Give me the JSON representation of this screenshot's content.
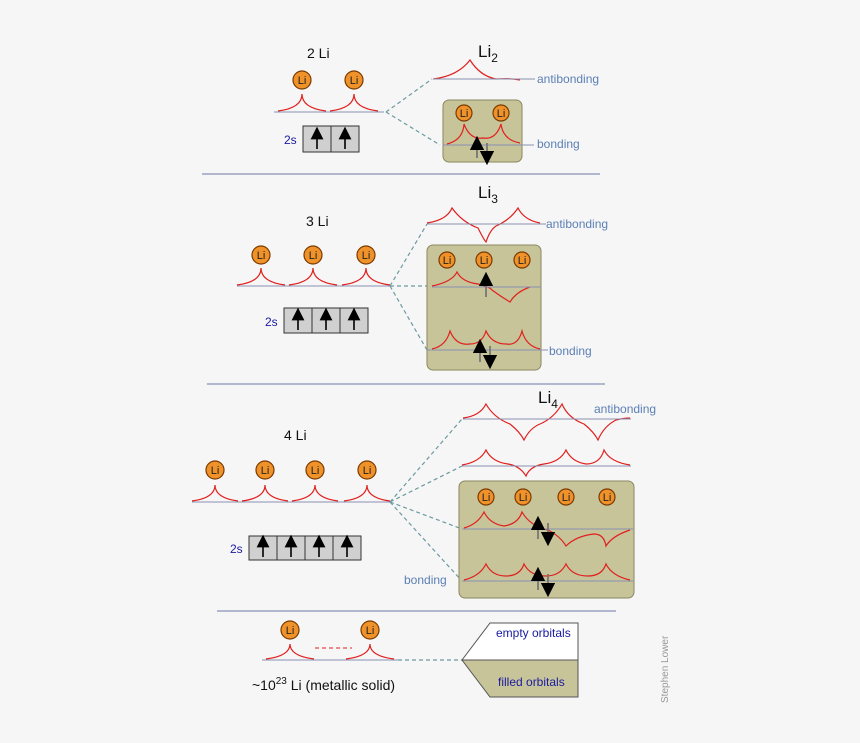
{
  "colors": {
    "atom_fill": "#f0922a",
    "atom_stroke": "#7a3a00",
    "orbital_curve": "#e0201e",
    "level_line": "#8890b0",
    "connector": "#6c9aa0",
    "box_fill": "#c7c49a",
    "box_stroke": "#8a8760",
    "blue_label": "#5b7fb5",
    "separator": "#8a8fb8",
    "navy_label": "#1a1aa0"
  },
  "atom_label": "Li",
  "subshell_label": "2s",
  "antibonding_label": "antibonding",
  "bonding_label": "bonding",
  "sections": [
    {
      "atoms_label": "2 Li",
      "molecule": "Li",
      "molecule_sub": "2"
    },
    {
      "atoms_label": "3 Li",
      "molecule": "Li",
      "molecule_sub": "3"
    },
    {
      "atoms_label": "4 Li",
      "molecule": "Li",
      "molecule_sub": "4"
    }
  ],
  "metal": {
    "prefix": "~10",
    "exponent": "23",
    "suffix": " Li (metallic solid)",
    "empty_label": "empty orbitals",
    "filled_label": "filled orbitals"
  },
  "credit": "Stephen Lower"
}
